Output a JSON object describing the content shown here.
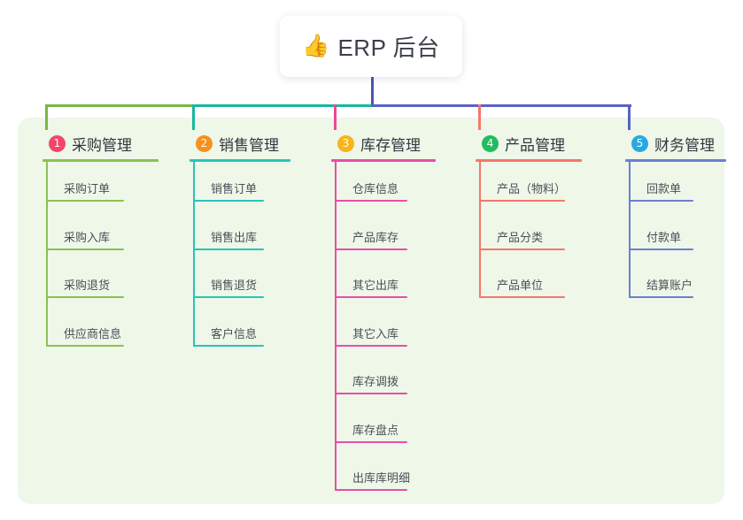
{
  "root": {
    "icon": "thumbs-up-icon",
    "emoji": "👍",
    "title": "ERP 后台"
  },
  "palette": {
    "panel_bg": "#eef7e8",
    "page_bg": "#ffffff",
    "root_stem": "#4a55b8",
    "bus_left": "#7ab648",
    "bus_mid": "#17b8a0",
    "bus_right": "#5a61c4",
    "title_text": "#32373f",
    "leaf_text": "#4a4f57"
  },
  "branches": [
    {
      "number": "1",
      "title": "采购管理",
      "badge_color": "#f2456a",
      "line_color": "#8cc152",
      "drop_color": "#7ab648",
      "leaves": [
        {
          "label": "采购订单"
        },
        {
          "label": "采购入库"
        },
        {
          "label": "采购退货"
        },
        {
          "label": "供应商信息"
        }
      ]
    },
    {
      "number": "2",
      "title": "销售管理",
      "badge_color": "#f5911e",
      "line_color": "#29c3bb",
      "drop_color": "#17b8a0",
      "leaves": [
        {
          "label": "销售订单"
        },
        {
          "label": "销售出库"
        },
        {
          "label": "销售退货"
        },
        {
          "label": "客户信息"
        }
      ]
    },
    {
      "number": "3",
      "title": "库存管理",
      "badge_color": "#f7b519",
      "line_color": "#e94ea8",
      "drop_color": "#ec4899",
      "leaves": [
        {
          "label": "仓库信息"
        },
        {
          "label": "产品库存"
        },
        {
          "label": "其它出库"
        },
        {
          "label": "其它入库"
        },
        {
          "label": "库存调拨"
        },
        {
          "label": "库存盘点"
        },
        {
          "label": "出库库明细"
        }
      ]
    },
    {
      "number": "4",
      "title": "产品管理",
      "badge_color": "#20bd5f",
      "line_color": "#f4776b",
      "drop_color": "#f4776b",
      "leaves": [
        {
          "label": "产品（物料）"
        },
        {
          "label": "产品分类"
        },
        {
          "label": "产品单位"
        }
      ]
    },
    {
      "number": "5",
      "title": "财务管理",
      "badge_color": "#29a8e0",
      "line_color": "#6b7fd4",
      "drop_color": "#5a61c4",
      "leaves": [
        {
          "label": "回款单"
        },
        {
          "label": "付款单"
        },
        {
          "label": "结算账户"
        }
      ]
    }
  ]
}
